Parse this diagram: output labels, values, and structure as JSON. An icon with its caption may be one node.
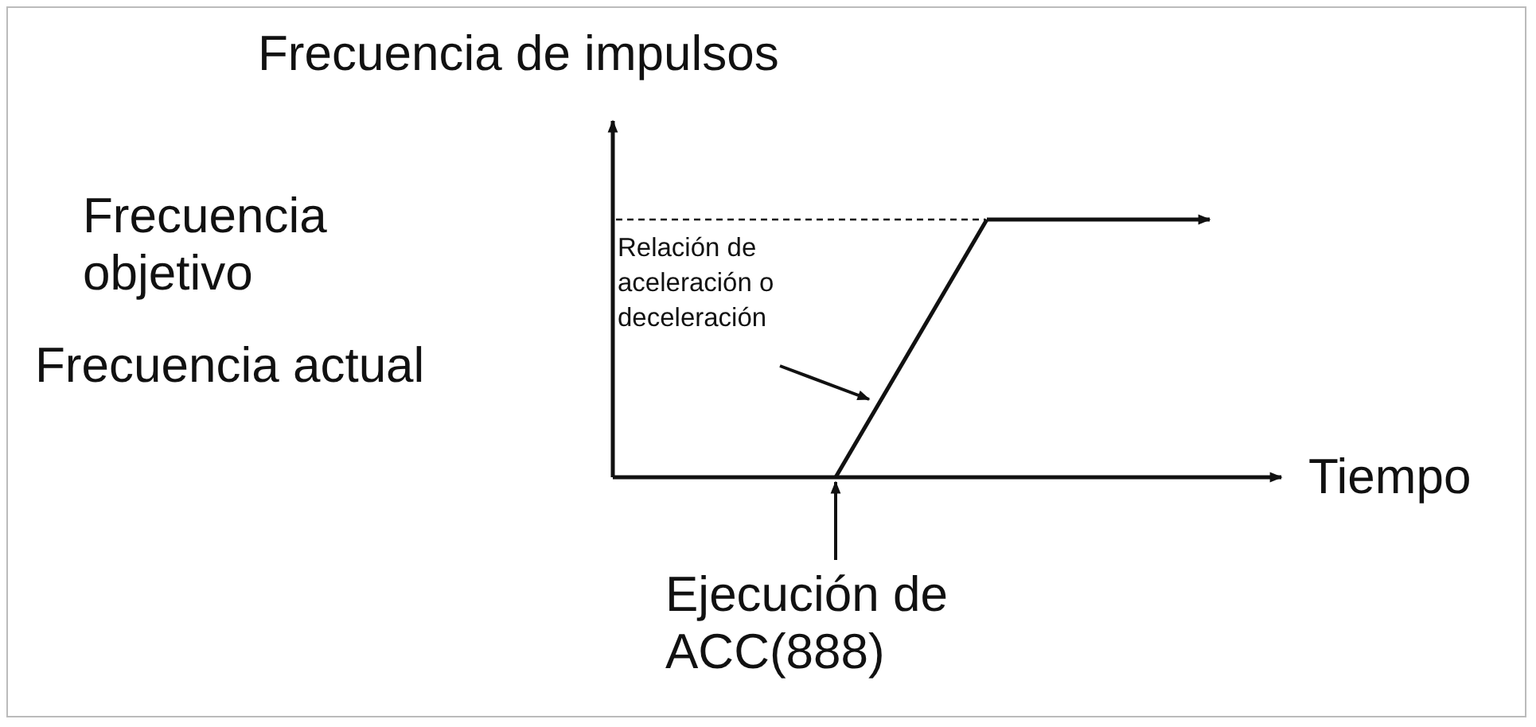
{
  "diagram": {
    "nodes": [
      {
        "text": [
          "Relación de aceleración o deceleración"
        ]
      },
      {
        "text": [],
        "shape": "line"
      },
      {
        "text": [
          "Ejecución de ACC(888)"
        ]
      }
    ],
    "edges": [
      {
        "from": 0,
        "to": 1,
        "arrow": "to"
      },
      {
        "from": 2,
        "to": 1,
        "arrow": "to"
      }
    ],
    "labels": [
      "Frecuencia de impulsos",
      "Frecuencia objetivo",
      "Frecuencia actual",
      "Tiempo"
    ]
  }
}
